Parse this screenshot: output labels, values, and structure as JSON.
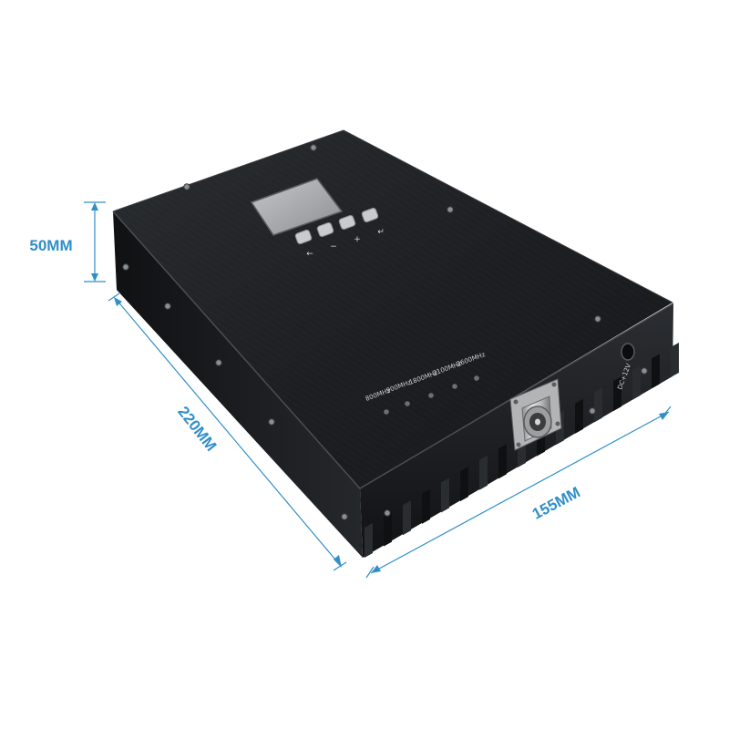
{
  "dimensions": {
    "height_label": "50MM",
    "length_label": "220MM",
    "width_label": "155MM"
  },
  "device": {
    "band_labels": [
      "800MHz",
      "900MHz",
      "1800MHz",
      "2100MHz",
      "2600MHz"
    ],
    "button_symbols": [
      "←",
      "−",
      "+",
      "↵"
    ],
    "power_label": "DC+12V"
  },
  "colors": {
    "dimension_lines": "#2f8fc9",
    "housing": "#1b1d20"
  }
}
